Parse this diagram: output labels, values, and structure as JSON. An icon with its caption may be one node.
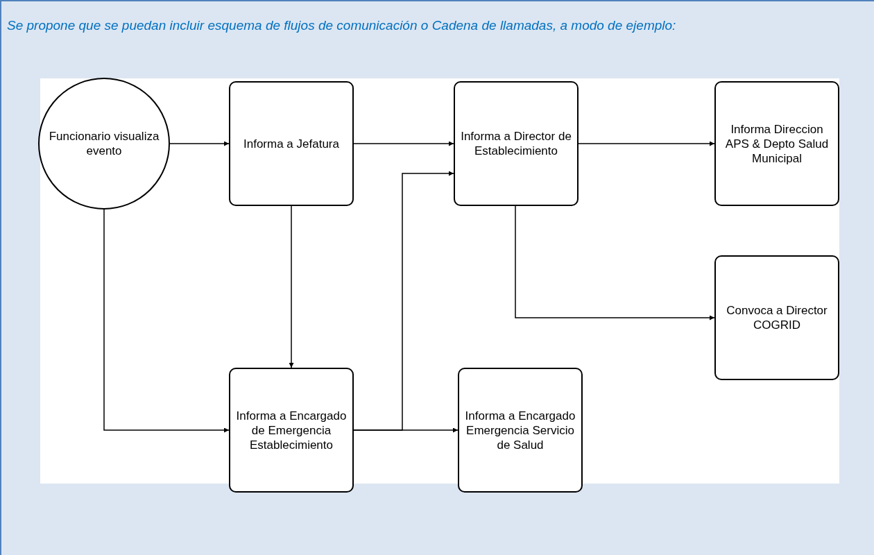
{
  "diagram": {
    "title": "Se propone que se puedan incluir esquema de flujos de comunicación o Cadena de llamadas, a modo de ejemplo:",
    "nodes": [
      {
        "text": [
          "Funcionario visualiza evento"
        ]
      },
      {
        "text": [
          "Informa a Jefatura"
        ]
      },
      {
        "text": [
          "Informa a Director de Establecimiento"
        ]
      },
      {
        "text": [
          "Informa Direccion APS & Depto Salud Municipal"
        ]
      },
      {
        "text": [
          "Convoca a Director COGRID"
        ]
      },
      {
        "text": [
          "Informa a Encargado de Emergencia Establecimiento"
        ]
      },
      {
        "text": [
          "Informa a Encargado Emergencia Servicio de Salud"
        ]
      }
    ],
    "edges": [
      {
        "from": 0,
        "to": 1,
        "arrow": "to"
      },
      {
        "from": 1,
        "to": 2,
        "arrow": "to"
      },
      {
        "from": 2,
        "to": 3,
        "arrow": "to"
      },
      {
        "from": 2,
        "to": 4,
        "arrow": "to"
      },
      {
        "from": 1,
        "to": 5,
        "arrow": "to"
      },
      {
        "from": 0,
        "to": 5,
        "arrow": "to"
      },
      {
        "from": 5,
        "to": 2,
        "arrow": "to"
      },
      {
        "from": 5,
        "to": 6,
        "arrow": "to"
      }
    ]
  }
}
